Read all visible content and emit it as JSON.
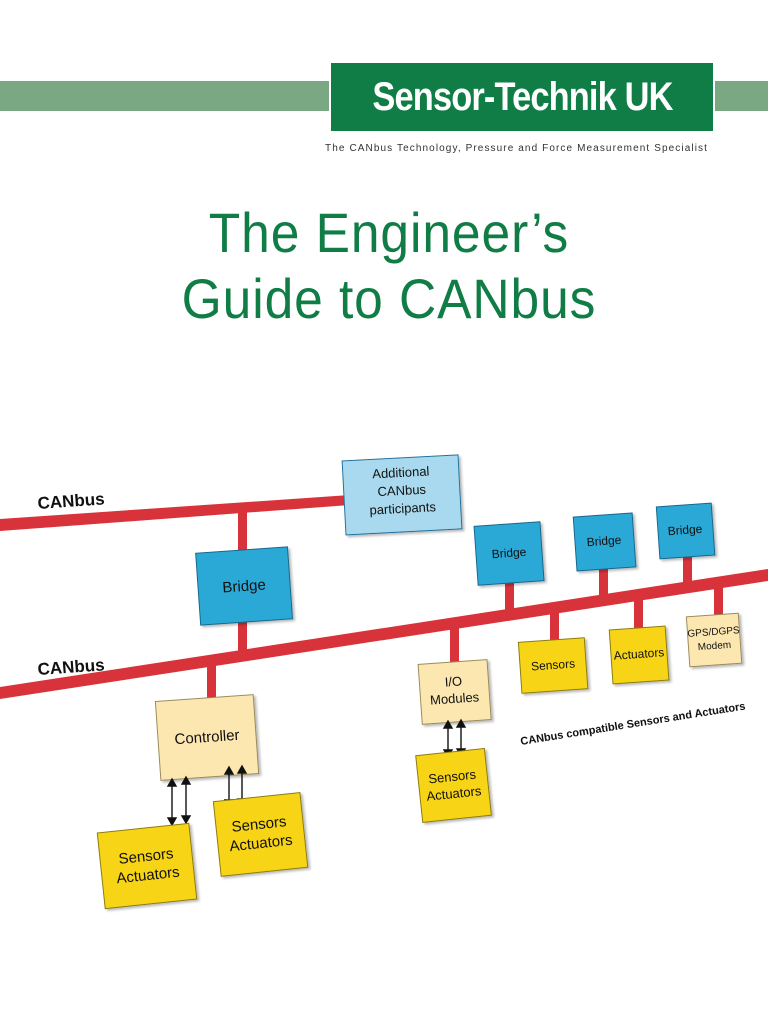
{
  "header": {
    "brand_name": "Sensor-Technik UK",
    "tagline": "The CANbus Technology, Pressure and Force Measurement Specialist",
    "title_line1": "The Engineer’s",
    "title_line2": "Guide to CANbus"
  },
  "colors": {
    "brand_green": "#0f7d45",
    "band_green": "#7aa882",
    "bus_red": "#d8323a",
    "bridge_blue": "#2aa9d6",
    "participant_blue": "#a9d9ee",
    "controller_cream": "#fce7b0",
    "device_yellow": "#f7d417"
  },
  "diagram": {
    "bus_labels": [
      "CANbus",
      "CANbus"
    ],
    "additional": [
      "Additional",
      "CANbus",
      "participants"
    ],
    "bridge_labels": [
      "Bridge",
      "Bridge",
      "Bridge",
      "Bridge"
    ],
    "controller": "Controller",
    "io_modules": [
      "I/O",
      "Modules"
    ],
    "sensors": "Sensors",
    "actuators": "Actuators",
    "gps": [
      "GPS/DGPS",
      "Modem"
    ],
    "sensors_actuators": [
      "Sensors",
      "Actuators"
    ],
    "compatible_label": "CANbus compatible Sensors and Actuators"
  }
}
